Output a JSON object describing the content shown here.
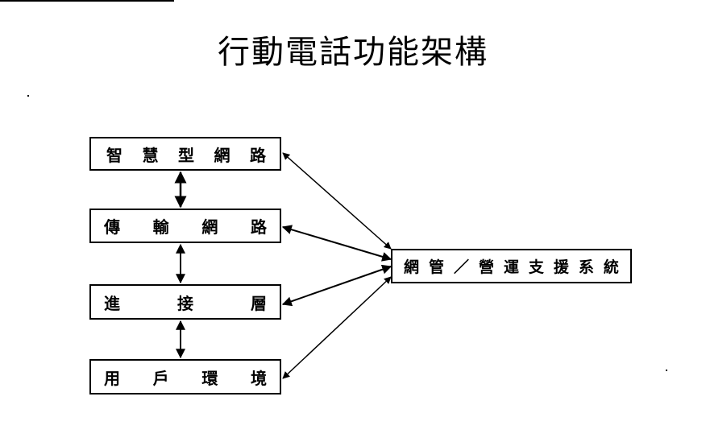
{
  "title": "行動電話功能架構",
  "layers": [
    {
      "id": "smart-network",
      "chars": [
        "智",
        "慧",
        "型",
        "網",
        "路"
      ]
    },
    {
      "id": "transport-network",
      "chars": [
        "傳",
        "輸",
        "網",
        "路"
      ]
    },
    {
      "id": "access-layer",
      "chars": [
        "進",
        "接",
        "層"
      ]
    },
    {
      "id": "user-environment",
      "chars": [
        "用",
        "戶",
        "環",
        "境"
      ]
    }
  ],
  "management": {
    "id": "network-management-oss",
    "chars": [
      "網",
      "管",
      "／",
      "營",
      "運",
      "支",
      "援",
      "系",
      "統"
    ]
  },
  "connections": {
    "vertical": "bidirectional between adjacent layers",
    "to_management": "bidirectional from each layer to management system"
  }
}
